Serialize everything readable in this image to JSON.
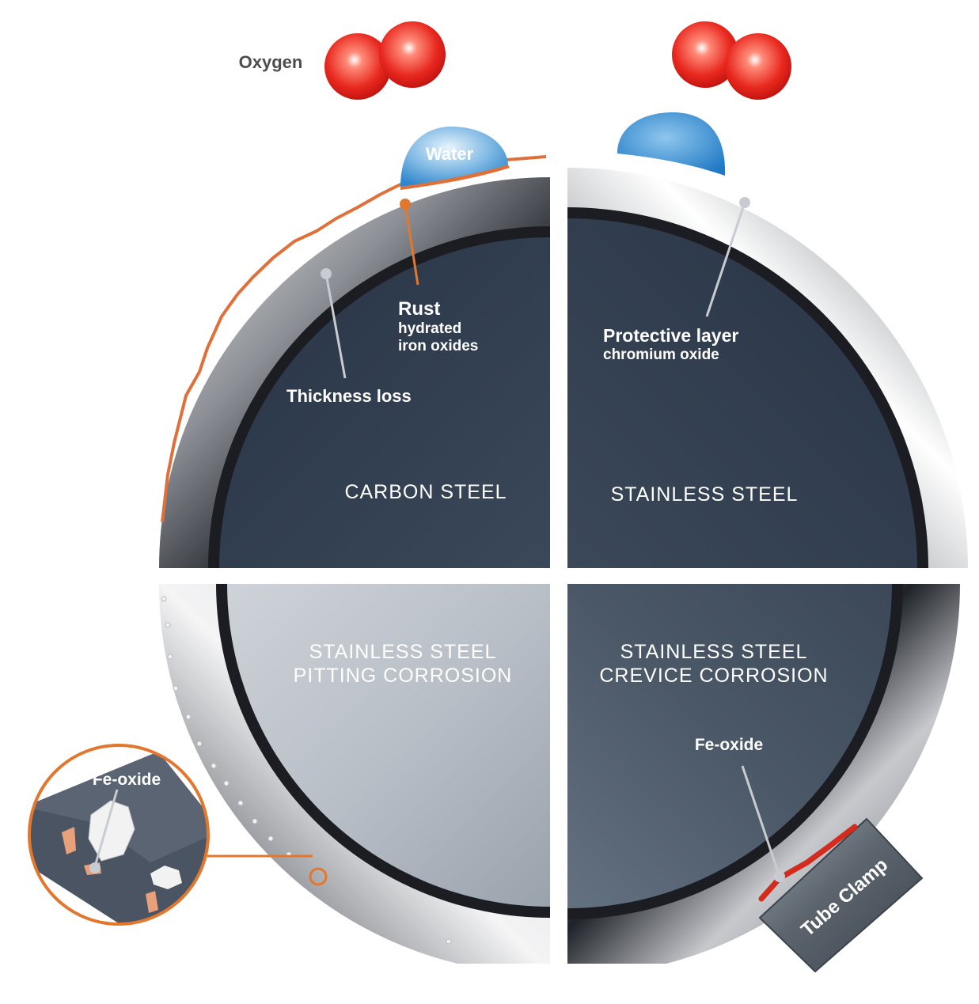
{
  "labels": {
    "oxygen": "Oxygen",
    "water": "Water",
    "rust_title": "Rust",
    "rust_sub1": "hydrated",
    "rust_sub2": "iron oxides",
    "thickness_loss": "Thickness loss",
    "protective_title": "Protective layer",
    "protective_sub": "chromium oxide",
    "fe_oxide_inset": "Fe-oxide",
    "fe_oxide_crevice": "Fe-oxide",
    "tube_clamp": "Tube Clamp"
  },
  "quadrants": {
    "carbon": "CARBON STEEL",
    "stainless": "STAINLESS STEEL",
    "pitting_line1": "STAINLESS STEEL",
    "pitting_line2": "PITTING CORROSION",
    "crevice_line1": "STAINLESS STEEL",
    "crevice_line2": "CREVICE CORROSION"
  },
  "colors": {
    "rust": "#e0703a",
    "leader_orange": "#e2772e",
    "oxygen_red": "#e8281f",
    "water_blue": "#3a8fd0",
    "inner_dark": "#2e3a4a",
    "ring_dark": "#1a1c20",
    "text_gray": "#4d4d4d"
  }
}
